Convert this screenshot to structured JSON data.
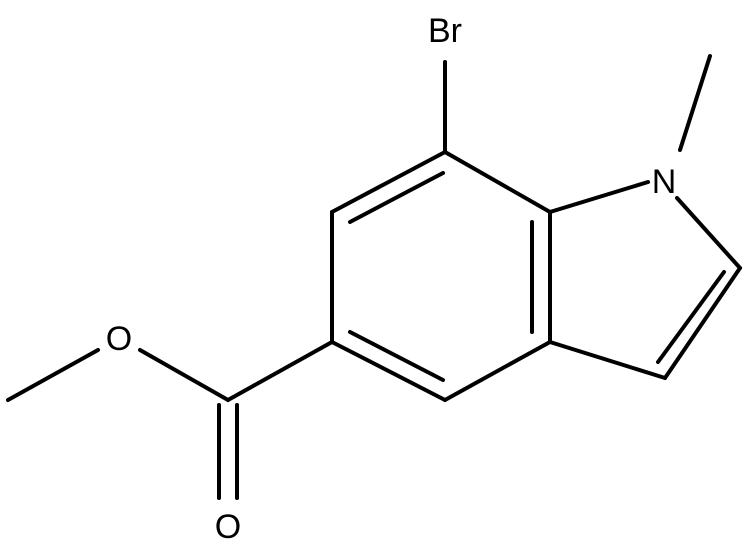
{
  "molecule": {
    "atoms": {
      "bromine": "Br",
      "nitrogen": "N",
      "ester_oxygen": "O",
      "carbonyl_oxygen": "O"
    }
  }
}
